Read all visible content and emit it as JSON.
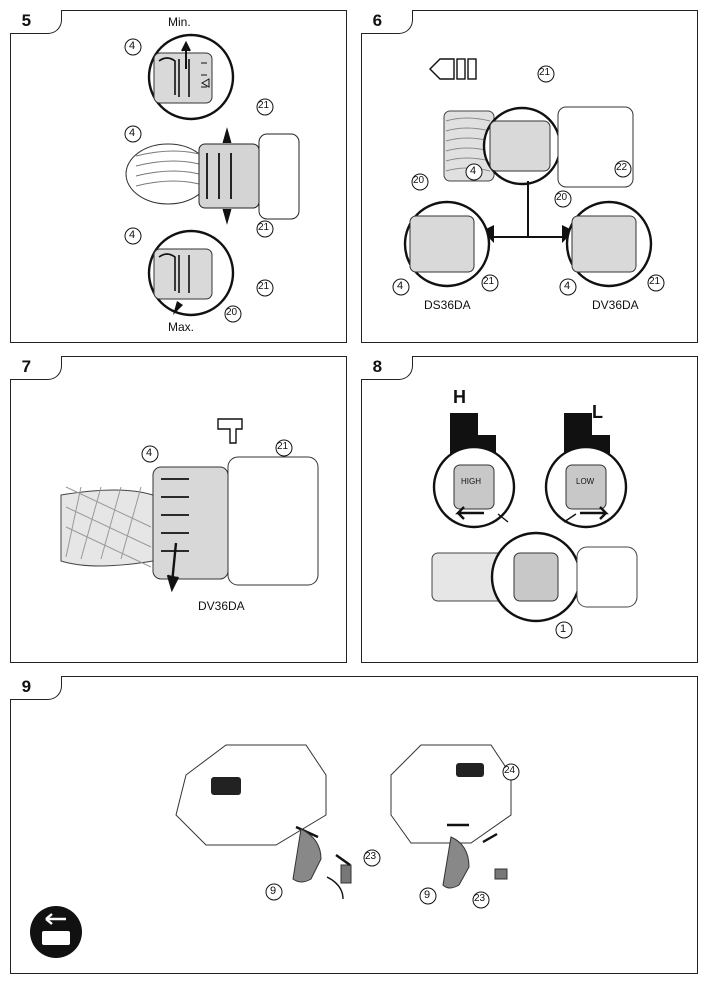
{
  "panels": {
    "p5": {
      "number": "5",
      "min_label": "Min.",
      "max_label": "Max.",
      "callouts": [
        "4",
        "21",
        "4",
        "21",
        "4",
        "21",
        "20"
      ]
    },
    "p6": {
      "number": "6",
      "caption_left": "DS36DA",
      "caption_right": "DV36DA",
      "callouts": [
        "21",
        "4",
        "20",
        "4",
        "21",
        "22",
        "20",
        "4",
        "21"
      ]
    },
    "p7": {
      "number": "7",
      "caption": "DV36DA",
      "callouts": [
        "4",
        "21"
      ]
    },
    "p8": {
      "number": "8",
      "high_letter": "H",
      "low_letter": "L",
      "switch_high": "HIGH",
      "switch_low": "LOW",
      "callout": "1"
    },
    "p9": {
      "number": "9",
      "callouts": [
        "24",
        "23",
        "9",
        "9",
        "23"
      ]
    }
  },
  "icons": {
    "p6": "hammer-drill-mode-icon",
    "p7": "hammer-mode-icon",
    "p9": "remove-from-tool-icon"
  }
}
